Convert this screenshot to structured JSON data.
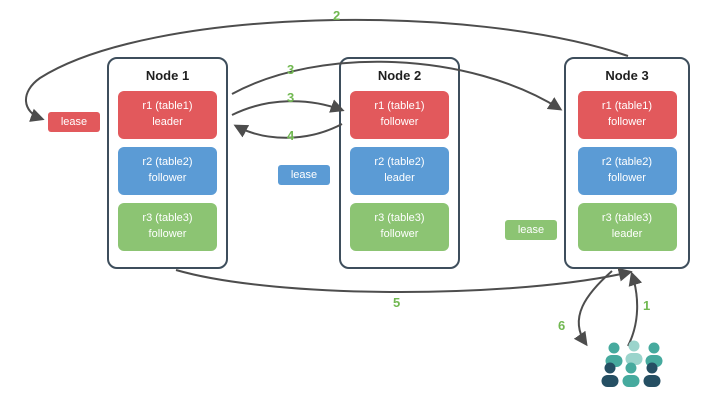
{
  "nodes": [
    {
      "title": "Node 1",
      "replicas": [
        {
          "name": "r1 (table1)",
          "role": "leader"
        },
        {
          "name": "r2 (table2)",
          "role": "follower"
        },
        {
          "name": "r3 (table3)",
          "role": "follower"
        }
      ]
    },
    {
      "title": "Node 2",
      "replicas": [
        {
          "name": "r1 (table1)",
          "role": "follower"
        },
        {
          "name": "r2 (table2)",
          "role": "leader"
        },
        {
          "name": "r3 (table3)",
          "role": "follower"
        }
      ]
    },
    {
      "title": "Node 3",
      "replicas": [
        {
          "name": "r1 (table1)",
          "role": "follower"
        },
        {
          "name": "r2 (table2)",
          "role": "follower"
        },
        {
          "name": "r3 (table3)",
          "role": "leader"
        }
      ]
    }
  ],
  "leases": [
    {
      "label": "lease",
      "color": "red"
    },
    {
      "label": "lease",
      "color": "blue"
    },
    {
      "label": "lease",
      "color": "green"
    }
  ],
  "steps": {
    "s1": "1",
    "s2": "2",
    "s3a": "3",
    "s3b": "3",
    "s4": "4",
    "s5": "5",
    "s6": "6"
  },
  "colors": {
    "red": "#e2595c",
    "blue": "#5b9bd5",
    "green": "#8cc473",
    "arrow": "#4d4d4d",
    "number": "#71b851",
    "border": "#3e4e5c",
    "title": "#1f1f1f",
    "users_teal": "#46aa9e",
    "users_light": "#9bd4cc",
    "users_dark": "#254f63"
  }
}
